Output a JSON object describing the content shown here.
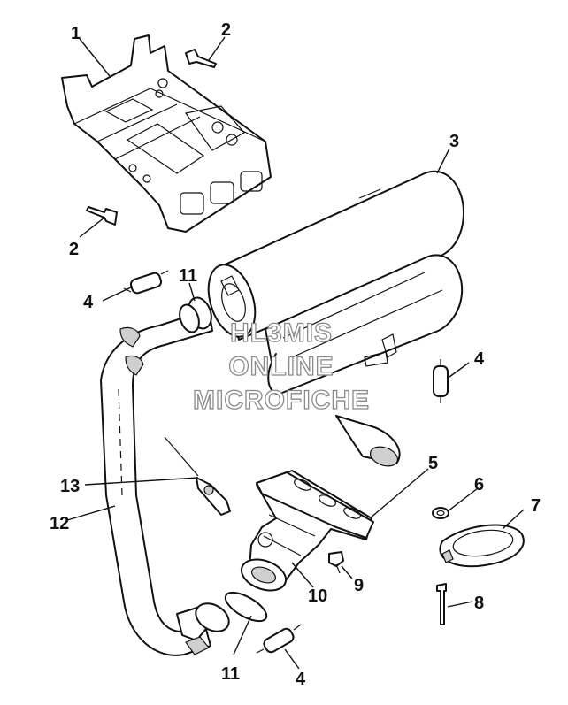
{
  "callouts": {
    "c1": "1",
    "c2a": "2",
    "c2b": "2",
    "c3": "3",
    "c4a": "4",
    "c4b": "4",
    "c4c": "4",
    "c5": "5",
    "c6": "6",
    "c7": "7",
    "c8": "8",
    "c9": "9",
    "c10": "10",
    "c11a": "11",
    "c11b": "11",
    "c12": "12",
    "c13": "13"
  },
  "watermark": {
    "line1": "HL3MIS",
    "line2": "ONLINE",
    "line3": "MICROFICHE"
  },
  "icons": {
    "mounting_plate": "mounting-bracket-icon",
    "muffler": "muffler-icon",
    "exhaust_pipe": "exhaust-pipe-icon",
    "springs": "spring-icon",
    "sensor": "sensor-icon",
    "rivet": "rivet-icon",
    "gasket": "gasket-icon",
    "washer": "washer-icon",
    "manifold": "manifold-icon"
  }
}
